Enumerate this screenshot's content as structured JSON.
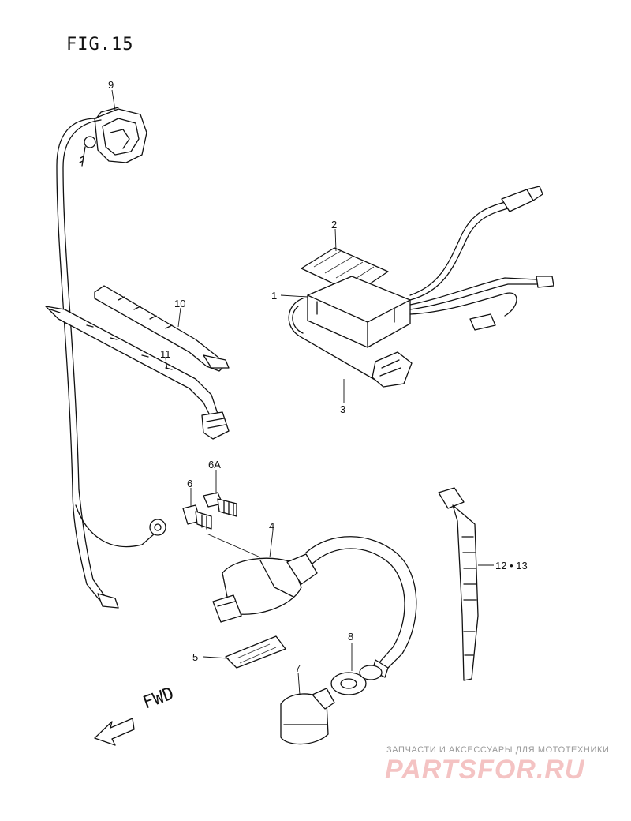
{
  "figure": {
    "title": "FIG.15"
  },
  "callouts": [
    {
      "id": "9",
      "text": "9"
    },
    {
      "id": "2",
      "text": "2"
    },
    {
      "id": "1",
      "text": "1"
    },
    {
      "id": "3",
      "text": "3"
    },
    {
      "id": "10",
      "text": "10"
    },
    {
      "id": "11",
      "text": "11"
    },
    {
      "id": "6A",
      "text": "6A"
    },
    {
      "id": "6",
      "text": "6"
    },
    {
      "id": "4",
      "text": "4"
    },
    {
      "id": "12-13",
      "text": "12 • 13"
    },
    {
      "id": "5",
      "text": "5"
    },
    {
      "id": "8",
      "text": "8"
    },
    {
      "id": "7",
      "text": "7"
    }
  ],
  "direction": {
    "label": "FWD"
  },
  "watermark": {
    "tagline": "ЗАПЧАСТИ И АКСЕССУАРЫ ДЛЯ МОТОТЕХНИКИ",
    "logo": "PARTSFOR.RU"
  },
  "colors": {
    "ink": "#111111",
    "watermark_red": "#d62828",
    "watermark_gray": "#9a9a9a"
  }
}
